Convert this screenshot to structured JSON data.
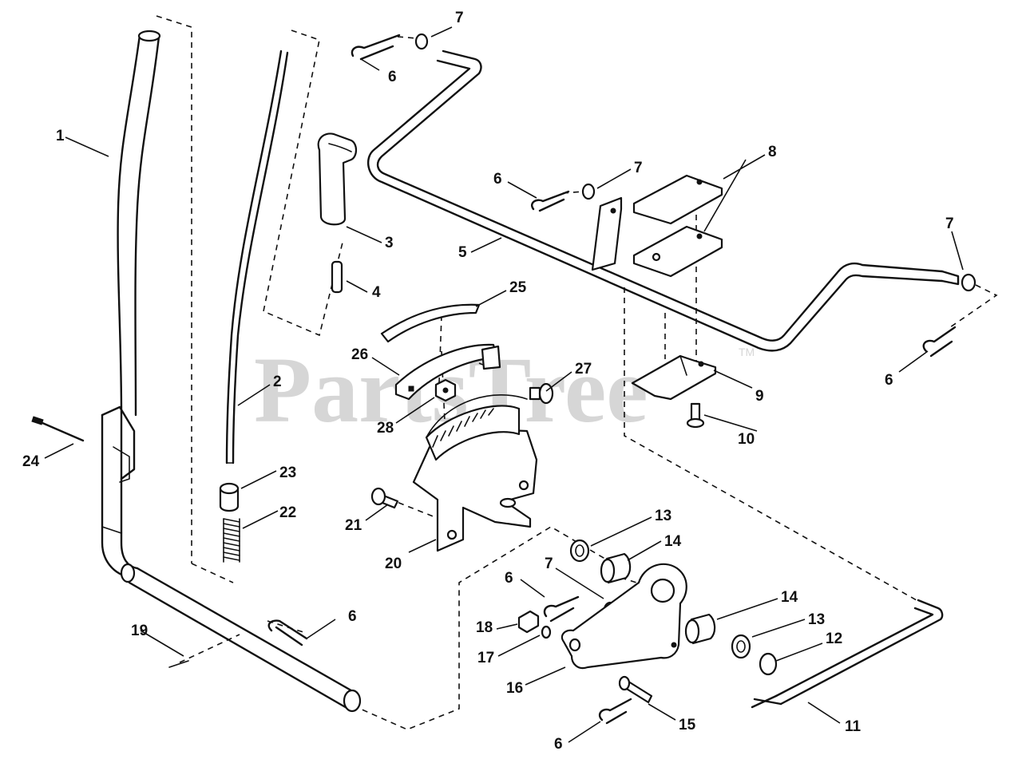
{
  "watermark": {
    "brand": "PartsTree",
    "trademark": "TM"
  },
  "callouts": {
    "n1": "1",
    "n2": "2",
    "n3": "3",
    "n4": "4",
    "n5": "5",
    "n6a": "6",
    "n6b": "6",
    "n6c": "6",
    "n6d": "6",
    "n6e": "6",
    "n6f": "6",
    "n7a": "7",
    "n7b": "7",
    "n7c": "7",
    "n7d": "7",
    "n8": "8",
    "n9": "9",
    "n10": "10",
    "n11": "11",
    "n12": "12",
    "n13a": "13",
    "n13b": "13",
    "n14a": "14",
    "n14b": "14",
    "n15": "15",
    "n16": "16",
    "n17": "17",
    "n18": "18",
    "n19": "19",
    "n20": "20",
    "n21": "21",
    "n22": "22",
    "n23": "23",
    "n24": "24",
    "n25": "25",
    "n26": "26",
    "n27": "27",
    "n28": "28"
  }
}
